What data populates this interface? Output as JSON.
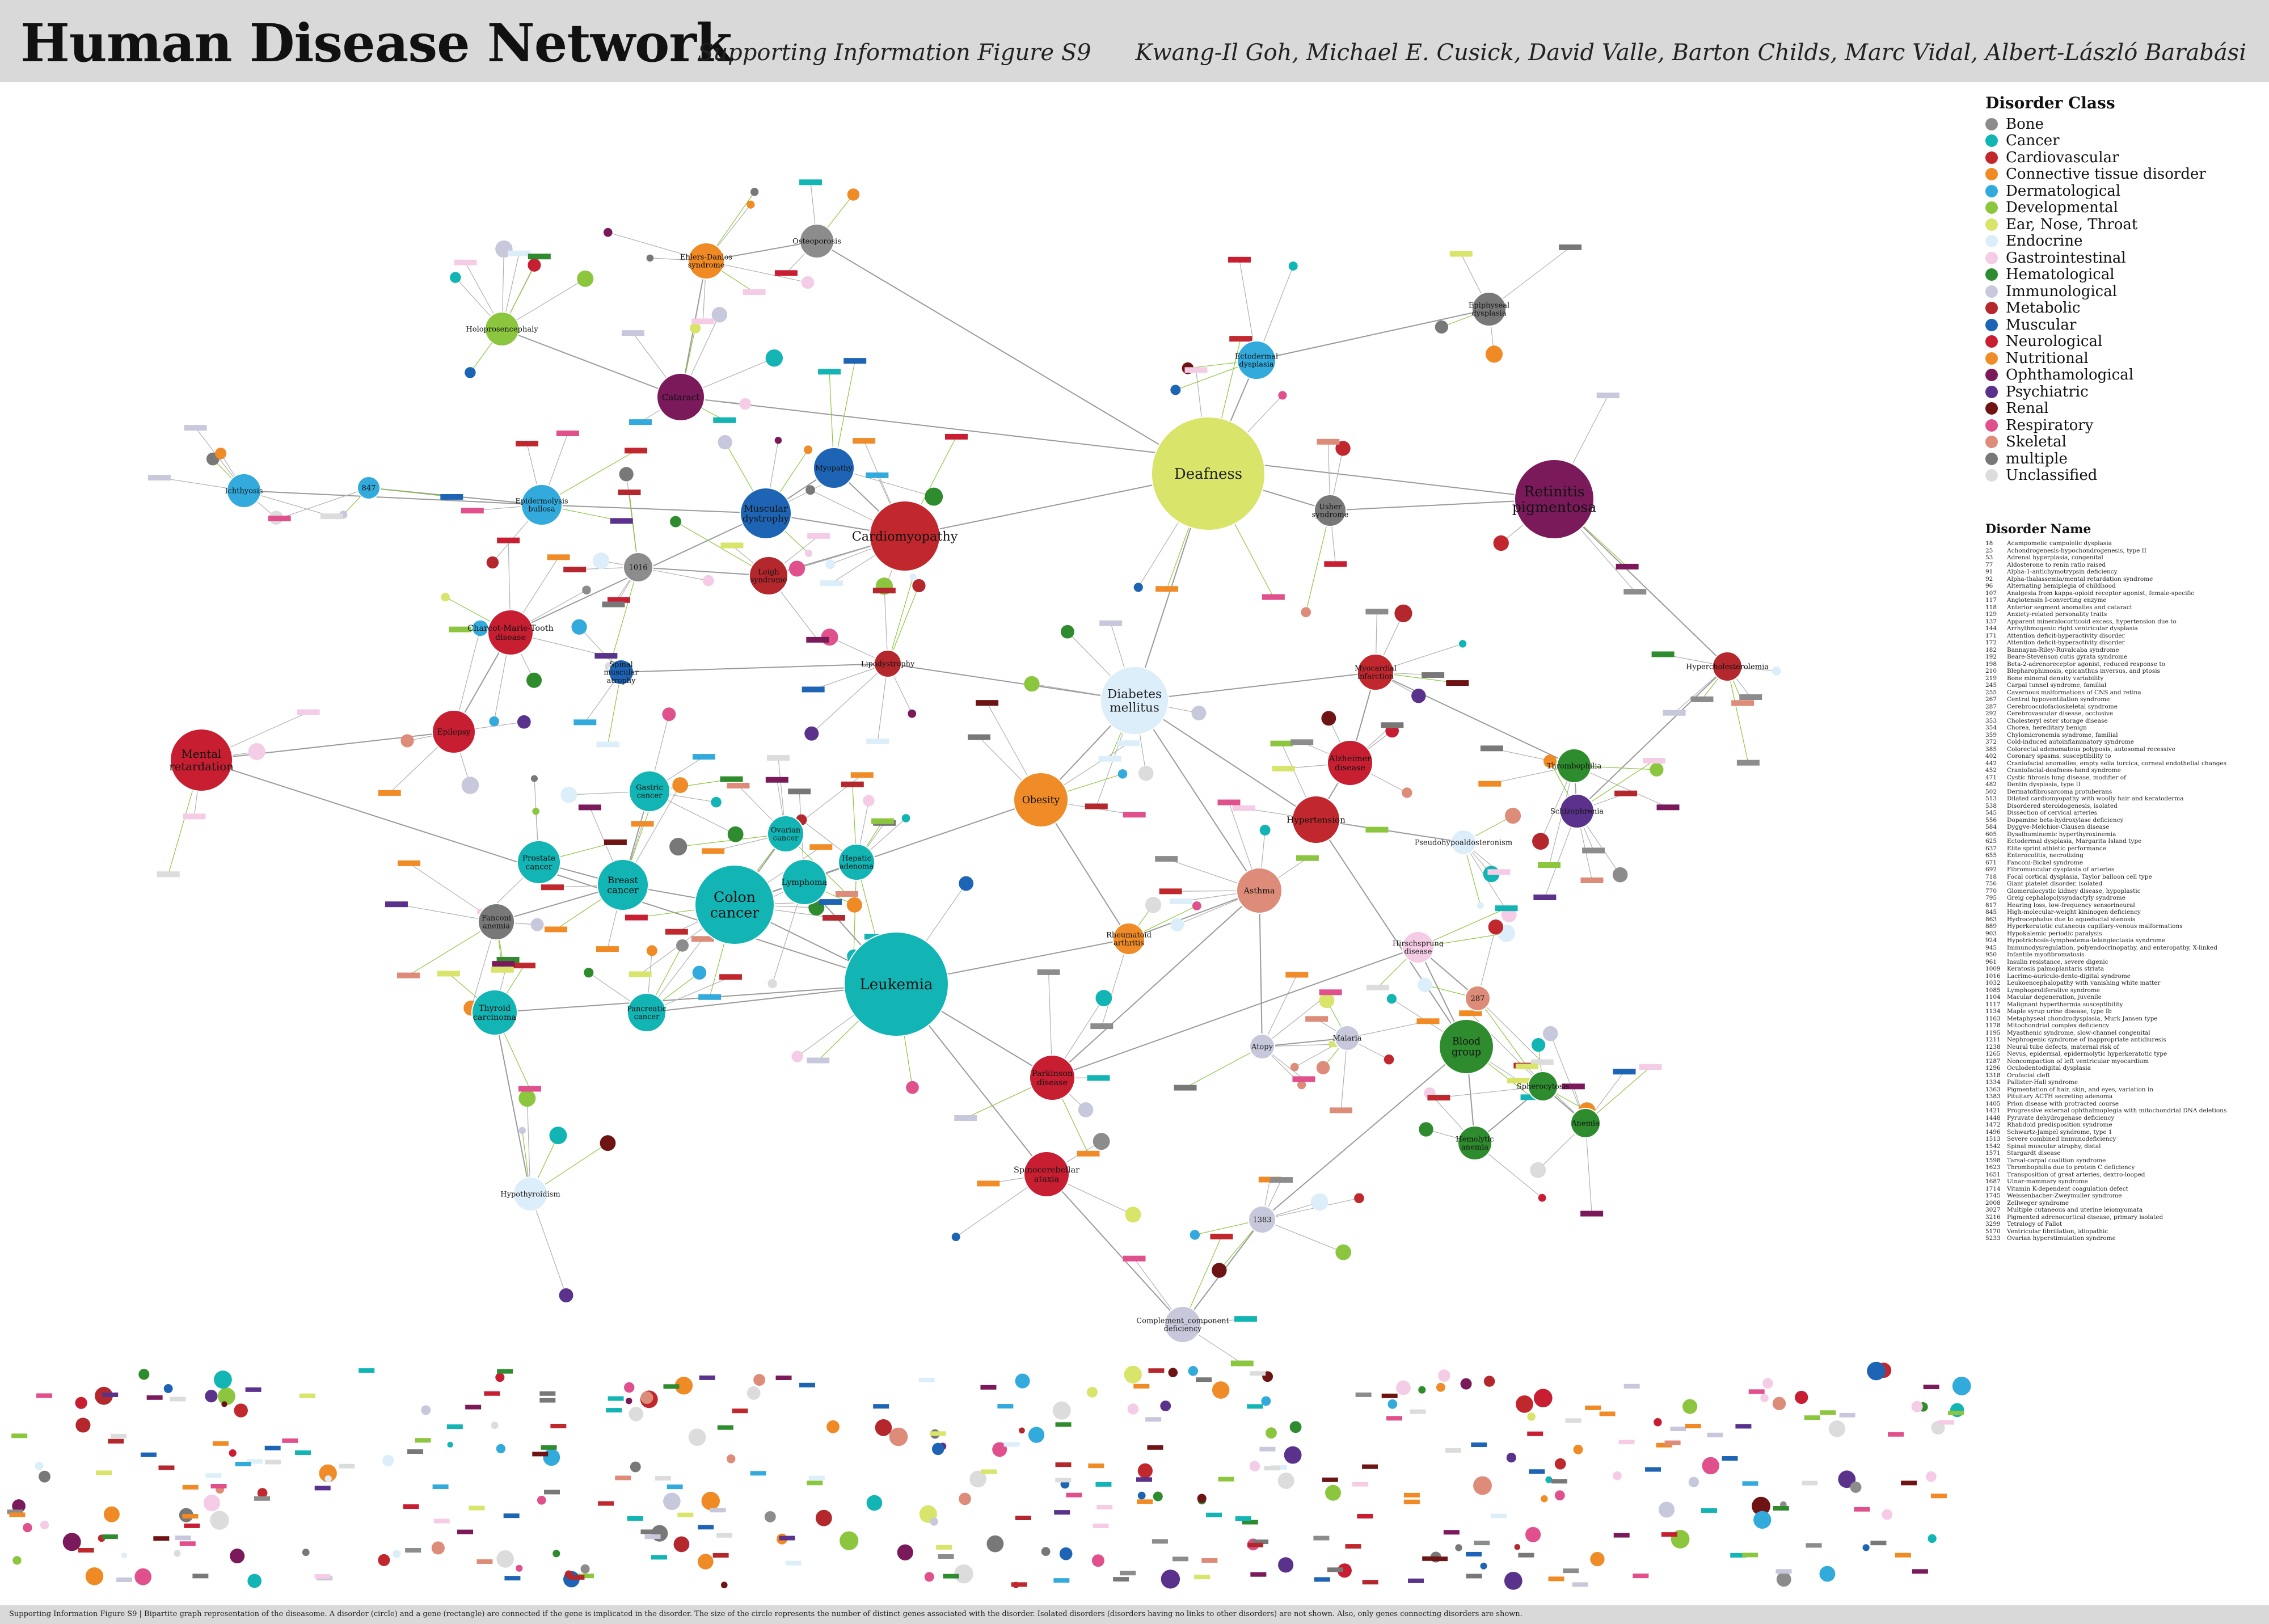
{
  "header": {
    "title": "Human Disease Network",
    "subtitle": "Supporting Information Figure S9",
    "authors": "Kwang-Il Goh, Michael E. Cusick, David Valle, Barton Childs, Marc Vidal, Albert-László Barabási"
  },
  "legend": {
    "title": "Disorder Class",
    "items": [
      {
        "label": "Bone",
        "color": "#8c8c8c"
      },
      {
        "label": "Cancer",
        "color": "#12b4b4"
      },
      {
        "label": "Cardiovascular",
        "color": "#c0282e"
      },
      {
        "label": "Connective tissue disorder",
        "color": "#ef8a24"
      },
      {
        "label": "Dermatological",
        "color": "#32aadc"
      },
      {
        "label": "Developmental",
        "color": "#8cc63f"
      },
      {
        "label": "Ear, Nose, Throat",
        "color": "#d8e46a"
      },
      {
        "label": "Endocrine",
        "color": "#dceefa"
      },
      {
        "label": "Gastrointestinal",
        "color": "#f5cce6"
      },
      {
        "label": "Hematological",
        "color": "#2e8b2e"
      },
      {
        "label": "Immunological",
        "color": "#c8c8dc"
      },
      {
        "label": "Metabolic",
        "color": "#b4282d"
      },
      {
        "label": "Muscular",
        "color": "#1e64b4"
      },
      {
        "label": "Neurological",
        "color": "#c81e32"
      },
      {
        "label": "Nutritional",
        "color": "#f08c28"
      },
      {
        "label": "Ophthamological",
        "color": "#7a1a5a"
      },
      {
        "label": "Psychiatric",
        "color": "#5a328c"
      },
      {
        "label": "Renal",
        "color": "#6e1414"
      },
      {
        "label": "Respiratory",
        "color": "#e0508c"
      },
      {
        "label": "Skeletal",
        "color": "#dc8c78"
      },
      {
        "label": "multiple",
        "color": "#787878"
      },
      {
        "label": "Unclassified",
        "color": "#dcdcdc"
      }
    ]
  },
  "names": {
    "title": "Disorder Name",
    "items": [
      {
        "id": "18",
        "name": "Acampomelic campolelic dysplasia"
      },
      {
        "id": "25",
        "name": "Achondrogenesis-hypochondrogenesis, type II"
      },
      {
        "id": "53",
        "name": "Adrenal hyperplasia, congenital"
      },
      {
        "id": "77",
        "name": "Aldosterone to renin ratio raised"
      },
      {
        "id": "91",
        "name": "Alpha-1-antichymotrypsin deficiency"
      },
      {
        "id": "92",
        "name": "Alpha-thalassemia/mental retardation syndrome"
      },
      {
        "id": "96",
        "name": "Alternating hemiplegia of childhood"
      },
      {
        "id": "107",
        "name": "Analgesia from kappa-opioid receptor agonist, female-specific"
      },
      {
        "id": "117",
        "name": "Angiotensin I-converting enzyme"
      },
      {
        "id": "118",
        "name": "Anterior segment anomalies and cataract"
      },
      {
        "id": "129",
        "name": "Anxiety-related personality traits"
      },
      {
        "id": "137",
        "name": "Apparent mineralocorticoid excess, hypertension due to"
      },
      {
        "id": "144",
        "name": "Arrhythmogenic right ventricular dysplasia"
      },
      {
        "id": "171",
        "name": "Attention deficit-hyperactivity disorder"
      },
      {
        "id": "172",
        "name": "Attention deficit-hyperactivity disorder"
      },
      {
        "id": "182",
        "name": "Bannayan-Riley-Ruvalcaba syndrome"
      },
      {
        "id": "192",
        "name": "Beare-Stevenson cutis gyrata syndrome"
      },
      {
        "id": "198",
        "name": "Beta-2-adrenoreceptor agonist, reduced response to"
      },
      {
        "id": "210",
        "name": "Blepharophimosis, epicanthus inversus, and ptosis"
      },
      {
        "id": "219",
        "name": "Bone mineral density variability"
      },
      {
        "id": "245",
        "name": "Carpal tunnel syndrome, familial"
      },
      {
        "id": "255",
        "name": "Cavernous malformations of CNS and retina"
      },
      {
        "id": "267",
        "name": "Central hypoventilation syndrome"
      },
      {
        "id": "287",
        "name": "Cerebrooculofacioskeletal syndrome"
      },
      {
        "id": "292",
        "name": "Cerebrovascular disease, occlusive"
      },
      {
        "id": "353",
        "name": "Cholesteryl ester storage disease"
      },
      {
        "id": "354",
        "name": "Chorea, hereditary benign"
      },
      {
        "id": "359",
        "name": "Chylomicronemia syndrome, familial"
      },
      {
        "id": "372",
        "name": "Cold-induced autoinflammatory syndrome"
      },
      {
        "id": "385",
        "name": "Colorectal adenomatous polyposis, autosomal recessive"
      },
      {
        "id": "402",
        "name": "Coronary spasms, susceptibility to"
      },
      {
        "id": "442",
        "name": "Craniofacial anomalies, empty sella turcica, corneal endothelial changes"
      },
      {
        "id": "452",
        "name": "Craniofacial-deafness-hand syndrome"
      },
      {
        "id": "471",
        "name": "Cystic fibrosis lung disease, modifier of"
      },
      {
        "id": "482",
        "name": "Dentin dysplasia, type II"
      },
      {
        "id": "502",
        "name": "Dermatofibrosarcoma protuberans"
      },
      {
        "id": "513",
        "name": "Dilated cardiomyopathy with woolly hair and keratoderma"
      },
      {
        "id": "538",
        "name": "Disordered steroidogenesis, isolated"
      },
      {
        "id": "545",
        "name": "Dissection of cervical arteries"
      },
      {
        "id": "556",
        "name": "Dopamine beta-hydroxylase deficiency"
      },
      {
        "id": "584",
        "name": "Dyggve-Melchior-Clausen disease"
      },
      {
        "id": "605",
        "name": "Dysalbuminemic hyperthyroxinemia"
      },
      {
        "id": "625",
        "name": "Ectodermal dysplasia, Margarita Island type"
      },
      {
        "id": "637",
        "name": "Elite sprint athletic performance"
      },
      {
        "id": "655",
        "name": "Enterocolitis, necrotizing"
      },
      {
        "id": "671",
        "name": "Fanconi-Bickel syndrome"
      },
      {
        "id": "692",
        "name": "Fibromuscular dysplasia of arteries"
      },
      {
        "id": "718",
        "name": "Focal cortical dysplasia, Taylor balloon cell type"
      },
      {
        "id": "756",
        "name": "Giant platelet disorder, isolated"
      },
      {
        "id": "770",
        "name": "Glomerulocystic kidney disease, hypoplastic"
      },
      {
        "id": "795",
        "name": "Greig cephalopolysyndactyly syndrome"
      },
      {
        "id": "817",
        "name": "Hearing loss, low-frequency sensorineural"
      },
      {
        "id": "845",
        "name": "High-molecular-weight kininogen deficiency"
      },
      {
        "id": "863",
        "name": "Hydrocephalus due to aqueductal stenosis"
      },
      {
        "id": "889",
        "name": "Hyperkeratotic cutaneous capillary-venous malformations"
      },
      {
        "id": "903",
        "name": "Hypokalemic periodic paralysis"
      },
      {
        "id": "924",
        "name": "Hypotrichosis-lymphedema-telangiectasia syndrome"
      },
      {
        "id": "945",
        "name": "Immunodysregulation, polyendocrinopathy, and enteropathy, X-linked"
      },
      {
        "id": "950",
        "name": "Infantile myofibromatosis"
      },
      {
        "id": "961",
        "name": "Insulin resistance, severe digenic"
      },
      {
        "id": "1009",
        "name": "Keratosis palmoplantaris striata"
      },
      {
        "id": "1016",
        "name": "Lacrimo-auriculo-dento-digital syndrome"
      },
      {
        "id": "1032",
        "name": "Leukoencephalopathy with vanishing white matter"
      },
      {
        "id": "1085",
        "name": "Lymphoproliferative syndrome"
      },
      {
        "id": "1104",
        "name": "Macular degeneration, juvenile"
      },
      {
        "id": "1117",
        "name": "Malignant hyperthermia susceptibility"
      },
      {
        "id": "1134",
        "name": "Maple syrup urine disease, type Ib"
      },
      {
        "id": "1163",
        "name": "Metaphyseal chondrodysplasia, Murk Jansen type"
      },
      {
        "id": "1178",
        "name": "Mitochondrial complex deficiency"
      },
      {
        "id": "1195",
        "name": "Myasthenic syndrome, slow-channel congenital"
      },
      {
        "id": "1211",
        "name": "Nephrogenic syndrome of inappropriate antidiuresis"
      },
      {
        "id": "1238",
        "name": "Neural tube defects, maternal risk of"
      },
      {
        "id": "1265",
        "name": "Nevus, epidermal, epidermolytic hyperkeratotic type"
      },
      {
        "id": "1287",
        "name": "Noncompaction of left ventricular myocardium"
      },
      {
        "id": "1296",
        "name": "Oculodentodigital dysplasia"
      },
      {
        "id": "1318",
        "name": "Orofacial cleft"
      },
      {
        "id": "1334",
        "name": "Pallister-Hall syndrome"
      },
      {
        "id": "1363",
        "name": "Pigmentation of hair, skin, and eyes, variation in"
      },
      {
        "id": "1383",
        "name": "Pituitary ACTH secreting adenoma"
      },
      {
        "id": "1405",
        "name": "Prion disease with protracted course"
      },
      {
        "id": "1421",
        "name": "Progressive external ophthalmoplegia with mitochondrial DNA deletions"
      },
      {
        "id": "1448",
        "name": "Pyruvate dehydrogenase deficiency"
      },
      {
        "id": "1472",
        "name": "Rhabdoid predisposition syndrome"
      },
      {
        "id": "1496",
        "name": "Schwartz-Jampel syndrome, type 1"
      },
      {
        "id": "1513",
        "name": "Severe combined immunodeficiency"
      },
      {
        "id": "1542",
        "name": "Spinal muscular atrophy, distal"
      },
      {
        "id": "1571",
        "name": "Stargardt disease"
      },
      {
        "id": "1598",
        "name": "Tarsal-carpal coalition syndrome"
      },
      {
        "id": "1623",
        "name": "Thrombophilia due to protein C deficiency"
      },
      {
        "id": "1651",
        "name": "Transposition of great arteries, dextro-looped"
      },
      {
        "id": "1687",
        "name": "Ulnar-mammary syndrome"
      },
      {
        "id": "1714",
        "name": "Vitamin K-dependent coagulation defect"
      },
      {
        "id": "1745",
        "name": "Weissenbacher-Zweymuller syndrome"
      },
      {
        "id": "2008",
        "name": "Zellweger syndrome"
      },
      {
        "id": "3027",
        "name": "Multiple cutaneous and uterine leiomyomata"
      },
      {
        "id": "3216",
        "name": "Pigmented adrenocortical disease, primary isolated"
      },
      {
        "id": "3299",
        "name": "Tetralogy of Fallot"
      },
      {
        "id": "5170",
        "name": "Ventricular fibrillation, idiopathic"
      },
      {
        "id": "5233",
        "name": "Ovarian hyperstimulation syndrome"
      }
    ]
  },
  "network": {
    "nodes": [
      {
        "label": "Deafness",
        "color": "#d8e46a"
      },
      {
        "label": "Leukemia",
        "color": "#12b4b4"
      },
      {
        "label": "Colon cancer",
        "color": "#12b4b4"
      },
      {
        "label": "Cardiomyopathy",
        "color": "#c0282e"
      },
      {
        "label": "Retinitis pigmentosa",
        "color": "#7a1a5a"
      },
      {
        "label": "Diabetes mellitus",
        "color": "#dceefa"
      },
      {
        "label": "Mental retardation",
        "color": "#c81e32"
      },
      {
        "label": "Obesity",
        "color": "#f08c28"
      },
      {
        "label": "Asthma",
        "color": "#dc8c78"
      },
      {
        "label": "Breast cancer",
        "color": "#12b4b4"
      },
      {
        "label": "Muscular dystrophy",
        "color": "#1e64b4"
      },
      {
        "label": "Blood group",
        "color": "#2e8b2e"
      },
      {
        "label": "Cataract",
        "color": "#7a1a5a"
      },
      {
        "label": "Epidermolysis bullosa",
        "color": "#32aadc"
      },
      {
        "label": "Lymphoma",
        "color": "#12b4b4"
      },
      {
        "label": "Prostate cancer",
        "color": "#12b4b4"
      },
      {
        "label": "Gastric cancer",
        "color": "#12b4b4"
      },
      {
        "label": "Thyroid carcinoma",
        "color": "#12b4b4"
      },
      {
        "label": "Pancreatic cancer",
        "color": "#12b4b4"
      },
      {
        "label": "Ovarian cancer",
        "color": "#12b4b4"
      },
      {
        "label": "Hepatic adenoma",
        "color": "#12b4b4"
      },
      {
        "label": "Fanconi anemia",
        "color": "#787878"
      },
      {
        "label": "Hypertension",
        "color": "#c0282e"
      },
      {
        "label": "Alzheimer disease",
        "color": "#c81e32"
      },
      {
        "label": "Parkinson disease",
        "color": "#c81e32"
      },
      {
        "label": "Spinocerebellar ataxia",
        "color": "#c81e32"
      },
      {
        "label": "Epilepsy",
        "color": "#c81e32"
      },
      {
        "label": "Charcot-Marie-Tooth disease",
        "color": "#c81e32"
      },
      {
        "label": "Myopathy",
        "color": "#1e64b4"
      },
      {
        "label": "Leigh syndrome",
        "color": "#b4282d"
      },
      {
        "label": "Ichthyosis",
        "color": "#32aadc"
      },
      {
        "label": "Holoprosencephaly",
        "color": "#8cc63f"
      },
      {
        "label": "Ehlers-Danlos syndrome",
        "color": "#ef8a24"
      },
      {
        "label": "Osteoporosis",
        "color": "#8c8c8c"
      },
      {
        "label": "Usher syndrome",
        "color": "#787878"
      },
      {
        "label": "Ectodermal dysplasia",
        "color": "#32aadc"
      },
      {
        "label": "Epiphyseal dysplasia",
        "color": "#787878"
      },
      {
        "label": "Myocardial infarction",
        "color": "#c0282e"
      },
      {
        "label": "Thrombophilia",
        "color": "#2e8b2e"
      },
      {
        "label": "Schizophrenia",
        "color": "#5a328c"
      },
      {
        "label": "Hypercholesterolemia",
        "color": "#b4282d"
      },
      {
        "label": "Rheumatoid arthritis",
        "color": "#f08c28"
      },
      {
        "label": "Hirschsprung disease",
        "color": "#f5cce6"
      },
      {
        "label": "Hemolytic anemia",
        "color": "#2e8b2e"
      },
      {
        "label": "Spherocytosis",
        "color": "#2e8b2e"
      },
      {
        "label": "Anemia",
        "color": "#2e8b2e"
      },
      {
        "label": "Hypothyroidism",
        "color": "#dceefa"
      },
      {
        "label": "Complement_component deficiency",
        "color": "#c8c8dc"
      },
      {
        "label": "Lipodystrophy",
        "color": "#b4282d"
      },
      {
        "label": "Spinal muscular atrophy",
        "color": "#1e64b4"
      },
      {
        "label": "Pseudohypoaldosteronism",
        "color": "#dceefa"
      },
      {
        "label": "Malaria",
        "color": "#c8c8dc"
      },
      {
        "label": "Atopy",
        "color": "#c8c8dc"
      },
      {
        "label": "1383",
        "color": "#c8c8dc"
      },
      {
        "label": "1016",
        "color": "#8c8c8c"
      },
      {
        "label": "287",
        "color": "#dc8c78"
      },
      {
        "label": "847",
        "color": "#32aadc"
      }
    ]
  },
  "caption": "Supporting Information Figure S9 | Bipartite graph representation of the diseasome. A disorder (circle) and a gene (rectangle) are connected if the gene is implicated in the disorder. The size of the circle represents the number of distinct genes associated with the disorder. Isolated disorders (disorders having no links to other disorders) are not shown. Also, only genes connecting disorders are shown."
}
